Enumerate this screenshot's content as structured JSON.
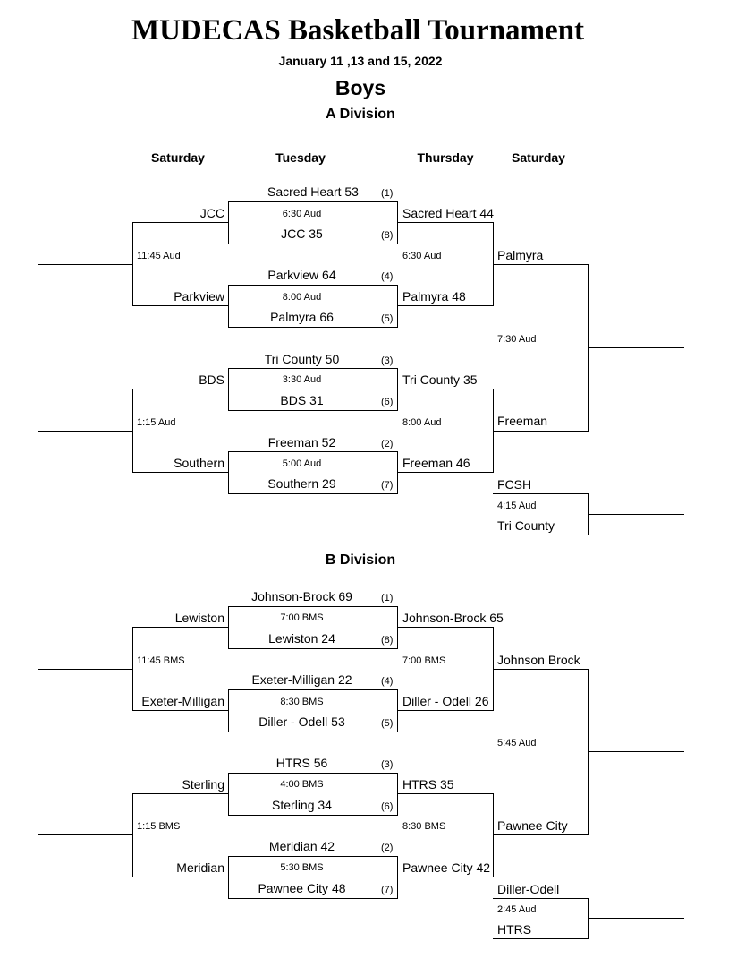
{
  "header": {
    "title": "MUDECAS Basketball Tournament",
    "dates": "January 11 ,13 and 15, 2022",
    "category": "Boys"
  },
  "columns": [
    "Saturday",
    "Tuesday",
    "Thursday",
    "Saturday"
  ],
  "a_division": {
    "name": "A Division",
    "quarterfinals": [
      {
        "top": "Sacred Heart 53",
        "top_seed": "(1)",
        "time": "6:30 Aud",
        "bottom": "JCC 35",
        "bottom_seed": "(8)"
      },
      {
        "top": "Parkview  64",
        "top_seed": "(4)",
        "time": "8:00 Aud",
        "bottom": "Palmyra 66",
        "bottom_seed": "(5)"
      },
      {
        "top": "Tri County 50",
        "top_seed": "(3)",
        "time": "3:30 Aud",
        "bottom": "BDS 31",
        "bottom_seed": "(6)"
      },
      {
        "top": "Freeman 52",
        "top_seed": "(2)",
        "time": "5:00 Aud",
        "bottom": "Southern 29",
        "bottom_seed": "(7)"
      }
    ],
    "consolation": {
      "teams": [
        "JCC",
        "Parkview",
        "BDS",
        "Southern"
      ],
      "times": [
        "11:45 Aud",
        "1:15 Aud"
      ]
    },
    "semifinals": {
      "teams": [
        "Sacred Heart 44",
        "Palmyra 48",
        "Tri County 35",
        "Freeman 46"
      ],
      "times": [
        "6:30 Aud",
        "8:00 Aud"
      ]
    },
    "championship": {
      "teams": [
        "Palmyra",
        "Freeman"
      ],
      "time": "7:30 Aud"
    },
    "third_place": {
      "teams": [
        "FCSH",
        "Tri County"
      ],
      "time": "4:15 Aud"
    }
  },
  "b_division": {
    "name": "B Division",
    "quarterfinals": [
      {
        "top": "Johnson-Brock 69",
        "top_seed": "(1)",
        "time": "7:00 BMS",
        "bottom": "Lewiston 24",
        "bottom_seed": "(8)"
      },
      {
        "top": "Exeter-Milligan 22",
        "top_seed": "(4)",
        "time": "8:30 BMS",
        "bottom": "Diller - Odell 53",
        "bottom_seed": "(5)"
      },
      {
        "top": "HTRS 56",
        "top_seed": "(3)",
        "time": "4:00 BMS",
        "bottom": "Sterling 34",
        "bottom_seed": "(6)"
      },
      {
        "top": "Meridian 42",
        "top_seed": "(2)",
        "time": "5:30 BMS",
        "bottom": "Pawnee City 48",
        "bottom_seed": "(7)"
      }
    ],
    "consolation": {
      "teams": [
        "Lewiston",
        "Exeter-Milligan",
        "Sterling",
        "Meridian"
      ],
      "times": [
        "11:45 BMS",
        "1:15 BMS"
      ]
    },
    "semifinals": {
      "teams": [
        "Johnson-Brock 65",
        "Diller - Odell 26",
        "HTRS 35",
        "Pawnee City 42"
      ],
      "times": [
        "7:00 BMS",
        "8:30 BMS"
      ]
    },
    "championship": {
      "teams": [
        "Johnson Brock",
        "Pawnee City"
      ],
      "time": "5:45 Aud"
    },
    "third_place": {
      "teams": [
        "Diller-Odell",
        "HTRS"
      ],
      "time": "2:45 Aud"
    }
  }
}
